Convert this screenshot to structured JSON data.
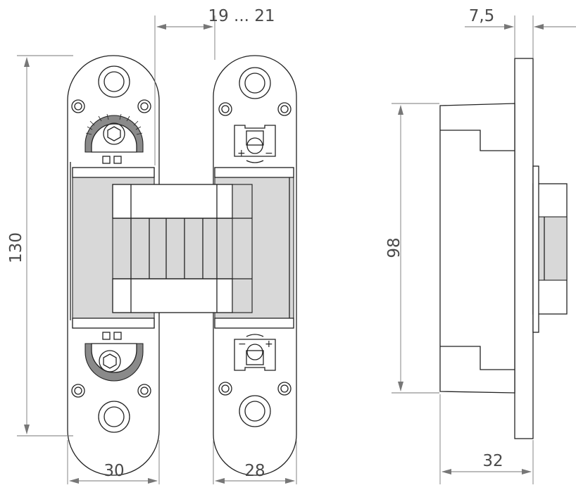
{
  "dimensions": {
    "height_total": "130",
    "plate_width_left": "30",
    "plate_width_right": "28",
    "adjust_range": "19 ... 21",
    "body_height": "98",
    "plate_thickness": "7,5",
    "depth": "32"
  },
  "adjust_symbols": {
    "plus": "+",
    "minus": "−"
  },
  "colors": {
    "outline": "#222222",
    "dimension_line": "#777777",
    "dimension_text": "#4a4a4a",
    "mechanism_fill": "#d8d8d8"
  }
}
